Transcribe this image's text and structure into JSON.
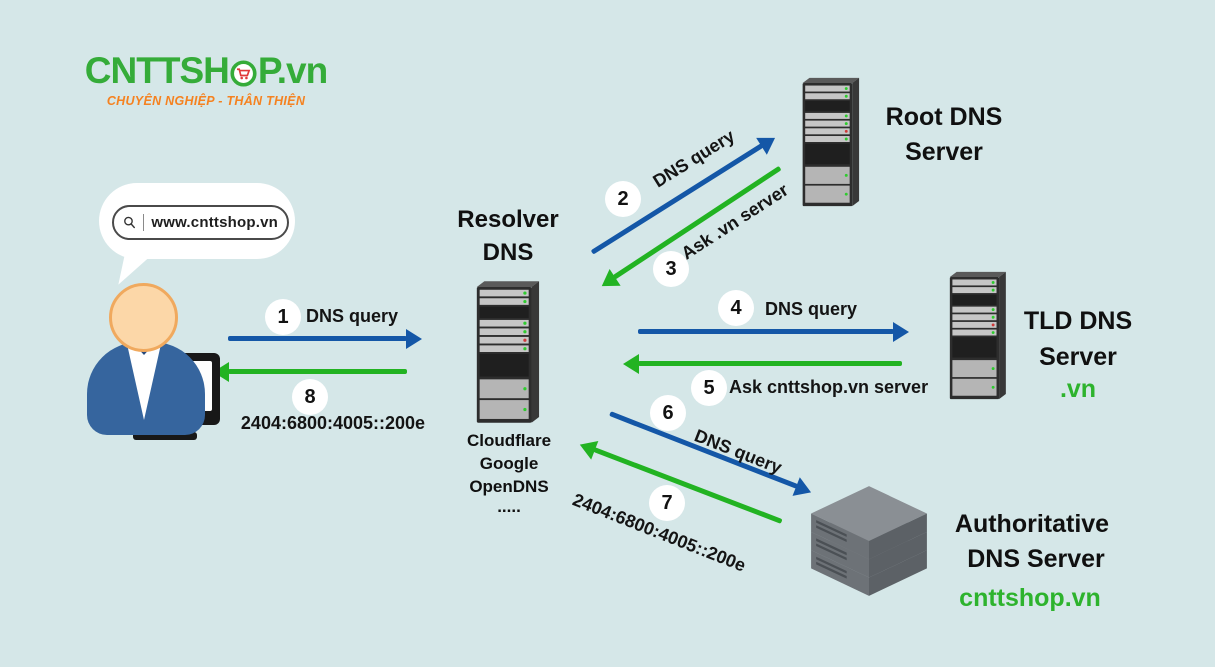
{
  "logo": {
    "part1": "CNTTSH",
    "part2": "P.vn",
    "tagline": "CHUYÊN NGHIỆP - THÂN THIỆN"
  },
  "user_query": {
    "bubble_text": "www.cnttshop.vn"
  },
  "resolver": {
    "title": [
      "Resolver",
      "DNS"
    ],
    "providers": [
      "Cloudflare",
      "Google",
      "OpenDNS",
      "....."
    ]
  },
  "root_server": {
    "title": [
      "Root DNS",
      "Server"
    ]
  },
  "tld_server": {
    "title": [
      "TLD DNS",
      "Server"
    ],
    "domain": ".vn"
  },
  "authoritative_server": {
    "title": [
      "Authoritative",
      "DNS Server"
    ],
    "domain": "cnttshop.vn"
  },
  "steps": [
    {
      "num": "1",
      "label": "DNS query"
    },
    {
      "num": "2",
      "label": "DNS query"
    },
    {
      "num": "3",
      "label": "Ask .vn server"
    },
    {
      "num": "4",
      "label": "DNS query"
    },
    {
      "num": "5",
      "label": "Ask cnttshop.vn server"
    },
    {
      "num": "6",
      "label": "DNS query"
    },
    {
      "num": "7",
      "label": "2404:6800:4005::200e"
    },
    {
      "num": "8",
      "label": "2404:6800:4005::200e"
    }
  ],
  "icons": {
    "logo_o": "shopping-cart-icon",
    "bubble": "magnifier-icon",
    "resolver": "server-tower-icon",
    "root": "server-tower-icon",
    "tld": "server-tower-icon",
    "authoritative": "server-stack-icon",
    "client": "person-at-computer"
  },
  "colors": {
    "background": "#d5e7e8",
    "query_arrow": "#1457a7",
    "response_arrow": "#22b322",
    "accent_green": "#2db32d",
    "logo_green": "#35ac39",
    "tagline_orange": "#f58220"
  }
}
